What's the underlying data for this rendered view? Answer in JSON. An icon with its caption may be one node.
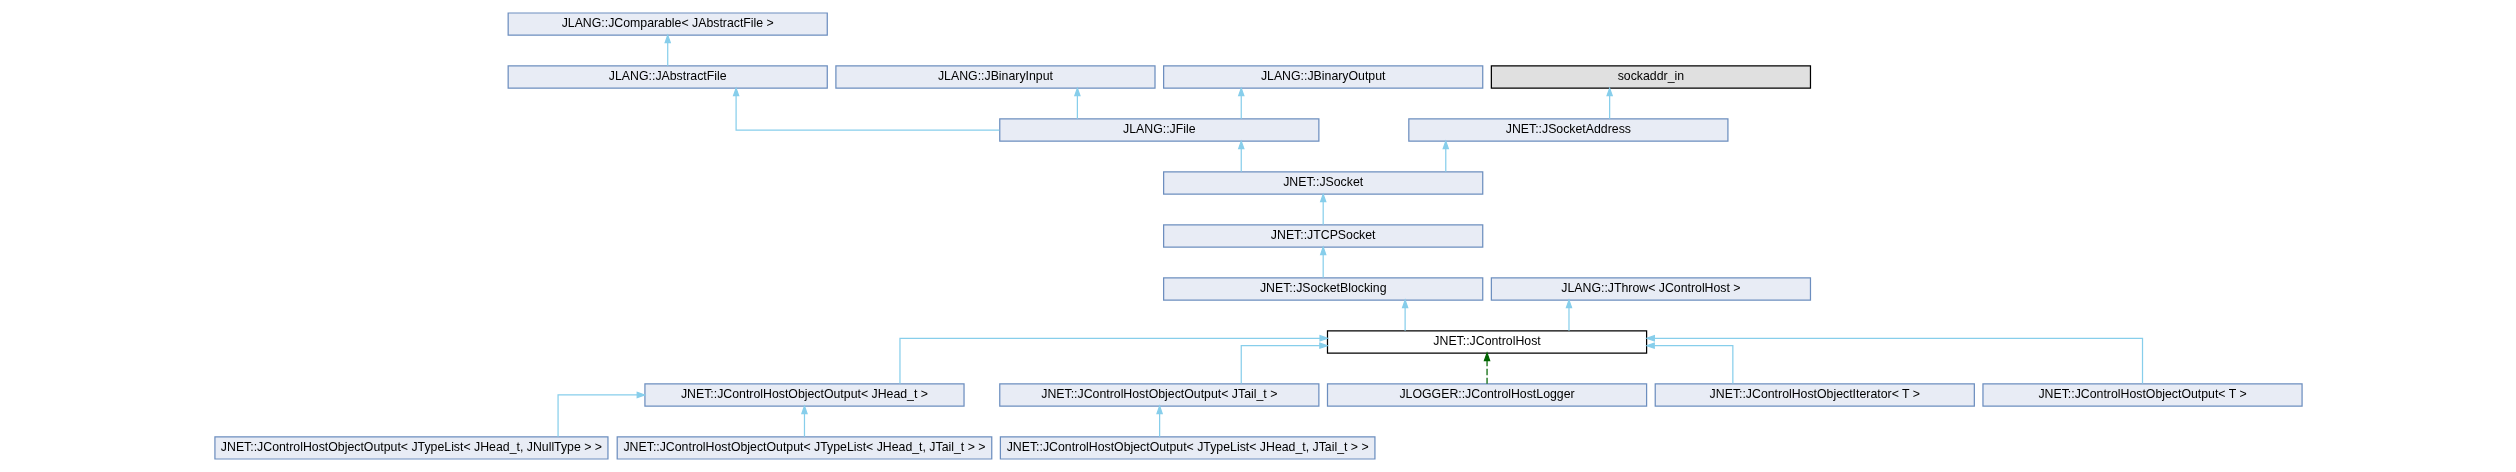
{
  "diagram": {
    "nodes": [
      {
        "text": [
          "JLANG::JComparable< JAbstractFile >"
        ]
      },
      {
        "text": [
          "JLANG::JAbstractFile"
        ]
      },
      {
        "text": [
          "JLANG::JBinaryInput"
        ]
      },
      {
        "text": [
          "JLANG::JBinaryOutput"
        ]
      },
      {
        "text": [
          "sockaddr_in"
        ]
      },
      {
        "text": [
          "JLANG::JFile"
        ]
      },
      {
        "text": [
          "JNET::JSocketAddress"
        ]
      },
      {
        "text": [
          "JNET::JSocket"
        ]
      },
      {
        "text": [
          "JNET::JTCPSocket"
        ]
      },
      {
        "text": [
          "JNET::JSocketBlocking"
        ]
      },
      {
        "text": [
          "JLANG::JThrow< JControlHost >"
        ]
      },
      {
        "text": [
          "JNET::JControlHost"
        ]
      },
      {
        "text": [
          "JNET::JControlHostObjectOutput< JHead_t >"
        ]
      },
      {
        "text": [
          "JNET::JControlHostObjectOutput< JTail_t >"
        ]
      },
      {
        "text": [
          "JLOGGER::JControlHostLogger"
        ]
      },
      {
        "text": [
          "JNET::JControlHostObjectIterator< T >"
        ]
      },
      {
        "text": [
          "JNET::JControlHostObjectOutput< T >"
        ]
      },
      {
        "text": [
          "JNET::JControlHostObjectOutput< JTypeList< JHead_t, JNullType > >"
        ]
      },
      {
        "text": [
          "JNET::JControlHostObjectOutput< JTypeList< JHead_t, JTail_t > >"
        ]
      },
      {
        "text": [
          "JNET::JControlHostObjectOutput< JTypeList< JHead_t, JTail_t > >"
        ]
      }
    ],
    "edges": [
      {
        "from": 1,
        "to": 0,
        "arrow": "to"
      },
      {
        "from": 5,
        "to": 1,
        "arrow": "to"
      },
      {
        "from": 5,
        "to": 2,
        "arrow": "to"
      },
      {
        "from": 5,
        "to": 3,
        "arrow": "to"
      },
      {
        "from": 6,
        "to": 4,
        "arrow": "to"
      },
      {
        "from": 7,
        "to": 5,
        "arrow": "to"
      },
      {
        "from": 7,
        "to": 6,
        "arrow": "to"
      },
      {
        "from": 8,
        "to": 7,
        "arrow": "to"
      },
      {
        "from": 9,
        "to": 8,
        "arrow": "to"
      },
      {
        "from": 11,
        "to": 9,
        "arrow": "to"
      },
      {
        "from": 11,
        "to": 10,
        "arrow": "to"
      },
      {
        "from": 12,
        "to": 11,
        "arrow": "to"
      },
      {
        "from": 13,
        "to": 11,
        "arrow": "to"
      },
      {
        "from": 14,
        "to": 11,
        "arrow": "to",
        "style": "dashed",
        "color": "#006400"
      },
      {
        "from": 15,
        "to": 11,
        "arrow": "to"
      },
      {
        "from": 16,
        "to": 11,
        "arrow": "to"
      },
      {
        "from": 17,
        "to": 12,
        "arrow": "to"
      },
      {
        "from": 18,
        "to": 12,
        "arrow": "to"
      },
      {
        "from": 19,
        "to": 13,
        "arrow": "to"
      }
    ]
  }
}
